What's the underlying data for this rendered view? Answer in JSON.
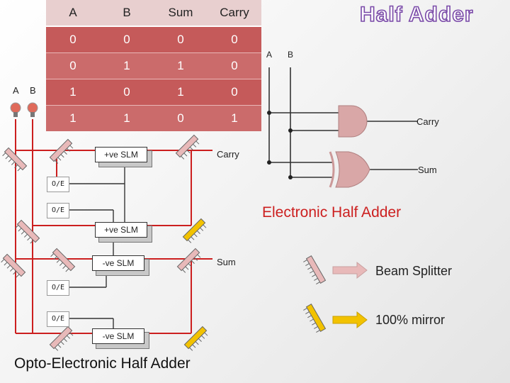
{
  "title": "Half Adder",
  "truth_table": {
    "headers": [
      "A",
      "B",
      "Sum",
      "Carry"
    ],
    "rows": [
      [
        "0",
        "0",
        "0",
        "0"
      ],
      [
        "0",
        "1",
        "1",
        "0"
      ],
      [
        "1",
        "0",
        "1",
        "0"
      ],
      [
        "1",
        "1",
        "0",
        "1"
      ]
    ]
  },
  "optical": {
    "input_a": "A",
    "input_b": "B",
    "oe_label": "O/E",
    "slm_pos": "+ve SLM",
    "slm_neg": "-ve SLM",
    "carry_label": "Carry",
    "sum_label": "Sum",
    "caption": "Opto-Electronic Half Adder"
  },
  "electronic": {
    "input_a": "A",
    "input_b": "B",
    "carry_label": "Carry",
    "sum_label": "Sum",
    "caption": "Electronic Half Adder"
  },
  "legend": {
    "beam_splitter": "Beam Splitter",
    "mirror": "100% mirror"
  },
  "colors": {
    "beam": "#cc1f1f",
    "wire": "#333333",
    "splitter": "#e8b9b9",
    "mirror": "#f2c200",
    "table_header": "#e8cfcf",
    "table_body": "#c55a5a",
    "title_outline": "#7a4aa8"
  }
}
